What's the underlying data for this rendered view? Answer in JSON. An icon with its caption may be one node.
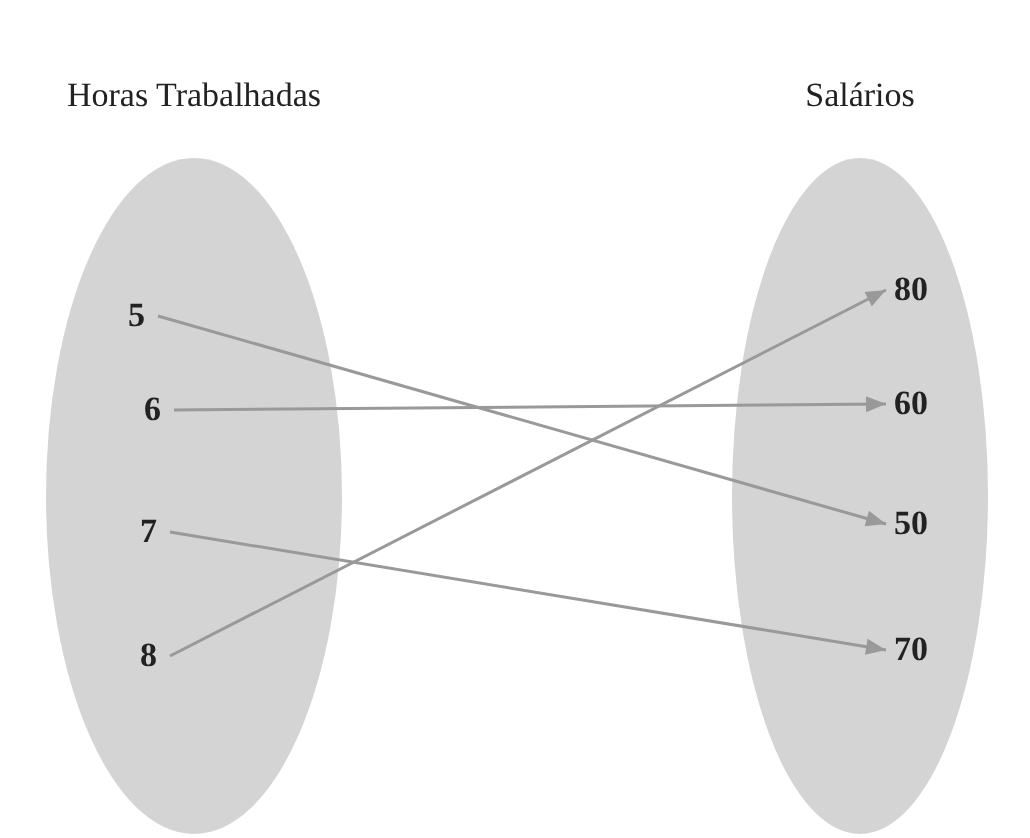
{
  "diagram": {
    "nodes": [
      {
        "text": [
          "Horas Trabalhadas"
        ]
      },
      {
        "text": [
          "5"
        ],
        "in": 0
      },
      {
        "text": [
          "6"
        ],
        "in": 0
      },
      {
        "text": [
          "7"
        ],
        "in": 0
      },
      {
        "text": [
          "8"
        ],
        "in": 0
      },
      {
        "text": [
          "Salários"
        ]
      },
      {
        "text": [
          "80"
        ],
        "in": 5
      },
      {
        "text": [
          "60"
        ],
        "in": 5
      },
      {
        "text": [
          "50"
        ],
        "in": 5
      },
      {
        "text": [
          "70"
        ],
        "in": 5
      }
    ],
    "edges": [
      {
        "from": 1,
        "to": 8,
        "arrow": "to"
      },
      {
        "from": 2,
        "to": 7,
        "arrow": "to"
      },
      {
        "from": 3,
        "to": 9,
        "arrow": "to"
      },
      {
        "from": 4,
        "to": 6,
        "arrow": "to"
      }
    ]
  }
}
